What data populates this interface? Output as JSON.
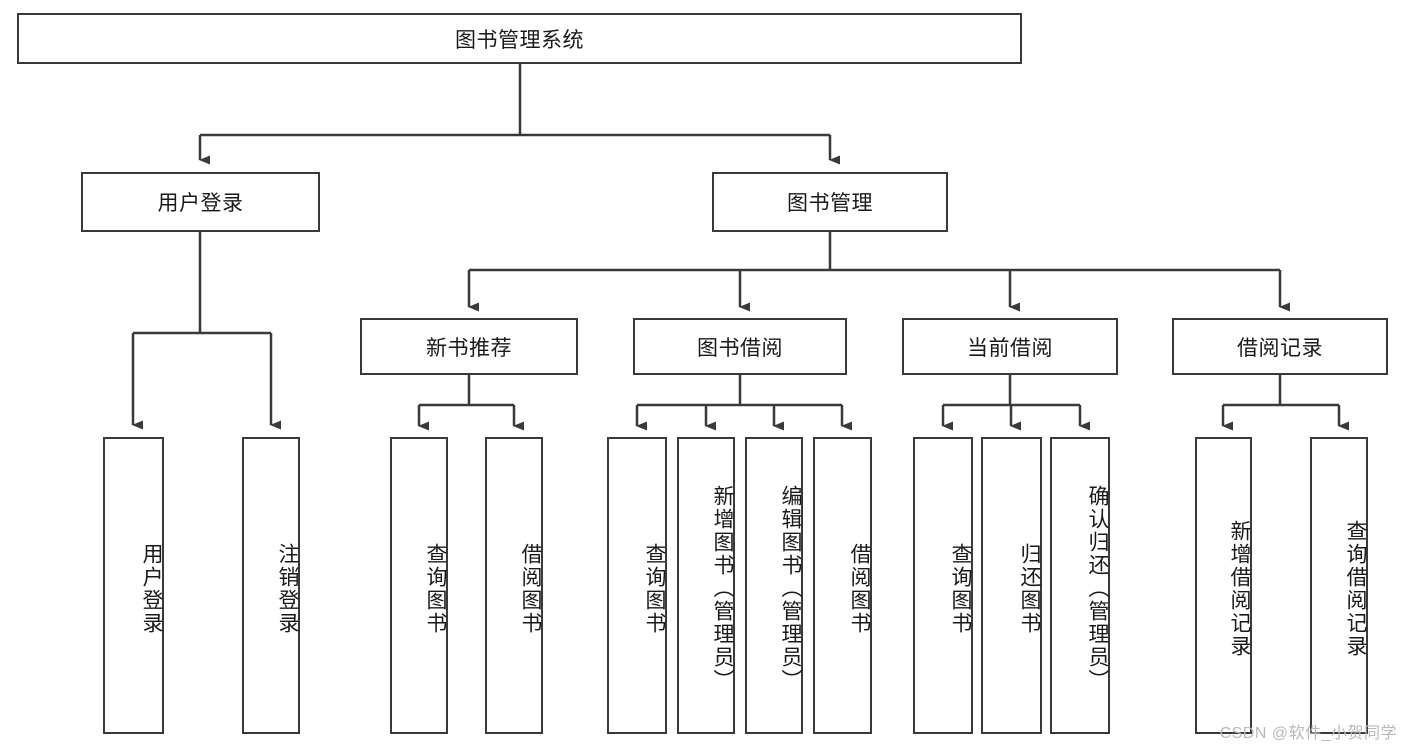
{
  "diagram": {
    "type": "tree-hierarchy",
    "title": "图书管理系统",
    "watermark": "CSDN @软件_小贺同学",
    "colors": {
      "box_border": "#3a3a3a",
      "box_fill": "#ffffff",
      "connector": "#3a3a3a",
      "text": "#1a1a1a",
      "watermark": "#b9b9b9",
      "background": "#ffffff"
    },
    "root": {
      "id": "root",
      "label": "图书管理系统",
      "orientation": "horizontal"
    },
    "level2": [
      {
        "id": "user-login",
        "label": "用户登录",
        "orientation": "horizontal"
      },
      {
        "id": "book-manage",
        "label": "图书管理",
        "orientation": "horizontal"
      }
    ],
    "level3": [
      {
        "id": "new-book-recommend",
        "label": "新书推荐",
        "orientation": "horizontal"
      },
      {
        "id": "book-borrow",
        "label": "图书借阅",
        "orientation": "horizontal"
      },
      {
        "id": "current-borrow",
        "label": "当前借阅",
        "orientation": "horizontal"
      },
      {
        "id": "borrow-record",
        "label": "借阅记录",
        "orientation": "horizontal"
      }
    ],
    "leaves": {
      "user_login": [
        {
          "id": "leaf-user-login",
          "label": "用户登录",
          "orientation": "vertical"
        },
        {
          "id": "leaf-logout-login",
          "label": "注销登录",
          "orientation": "vertical"
        }
      ],
      "new_book_recommend": [
        {
          "id": "leaf-query-book-1",
          "label": "查询图书",
          "orientation": "vertical"
        },
        {
          "id": "leaf-borrow-book-1",
          "label": "借阅图书",
          "orientation": "vertical"
        }
      ],
      "book_borrow": [
        {
          "id": "leaf-query-book-2",
          "label": "查询图书",
          "orientation": "vertical"
        },
        {
          "id": "leaf-add-book",
          "label": "新增图书（管理员）",
          "orientation": "vertical"
        },
        {
          "id": "leaf-edit-book",
          "label": "编辑图书（管理员）",
          "orientation": "vertical"
        },
        {
          "id": "leaf-borrow-book-2",
          "label": "借阅图书",
          "orientation": "vertical"
        }
      ],
      "current_borrow": [
        {
          "id": "leaf-query-book-3",
          "label": "查询图书",
          "orientation": "vertical"
        },
        {
          "id": "leaf-return-book",
          "label": "归还图书",
          "orientation": "vertical"
        },
        {
          "id": "leaf-confirm-return",
          "label": "确认归还（管理员）",
          "orientation": "vertical"
        }
      ],
      "borrow_record": [
        {
          "id": "leaf-add-borrow-record",
          "label": "新增借阅记录",
          "orientation": "vertical"
        },
        {
          "id": "leaf-query-borrow-record",
          "label": "查询借阅记录",
          "orientation": "vertical"
        }
      ]
    }
  }
}
